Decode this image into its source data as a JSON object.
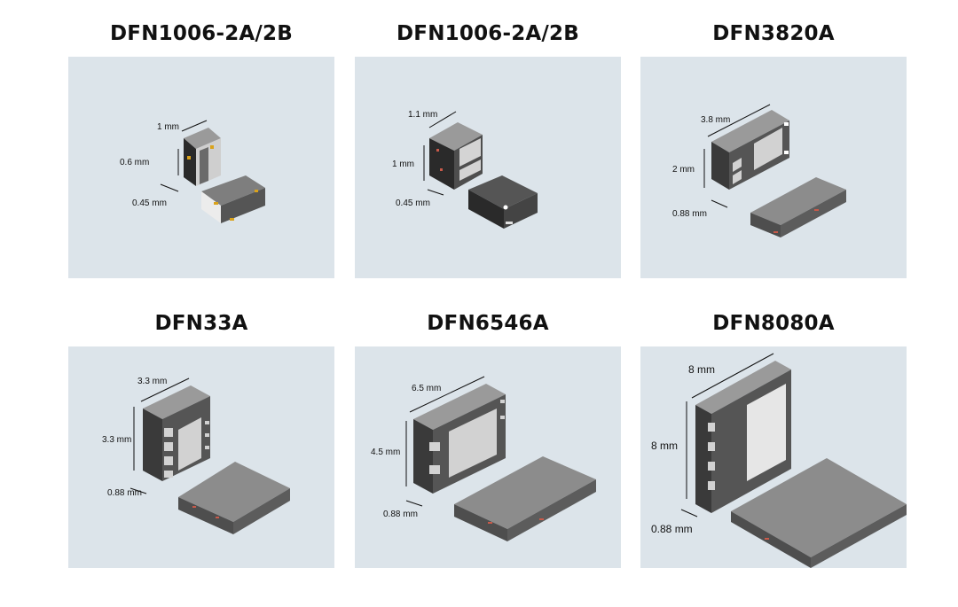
{
  "packages": [
    {
      "name": "DFN1006-2A/2B",
      "dims": [
        "1 mm",
        "0.6 mm",
        "0.45 mm"
      ],
      "pin_color": "#d9a21b"
    },
    {
      "name": "DFN1006-2A/2B",
      "dims": [
        "1.1 mm",
        "1 mm",
        "0.45 mm"
      ],
      "pin_color": "#ffffff"
    },
    {
      "name": "DFN3820A",
      "dims": [
        "3.8 mm",
        "2 mm",
        "0.88 mm"
      ],
      "pin_color": "#c85a4a"
    },
    {
      "name": "DFN33A",
      "dims": [
        "3.3 mm",
        "3.3 mm",
        "0.88 mm"
      ],
      "pin_color": "#c85a4a"
    },
    {
      "name": "DFN6546A",
      "dims": [
        "6.5 mm",
        "4.5 mm",
        "0.88 mm"
      ],
      "pin_color": "#c85a4a"
    },
    {
      "name": "DFN8080A",
      "dims": [
        "8 mm",
        "8 mm",
        "0.88 mm"
      ],
      "pin_color": "#c85a4a"
    }
  ],
  "colors": {
    "panel_bg": "#dce4ea",
    "body_top": "#8a8a8a",
    "body_side": "#5e5e5e",
    "pad_light": "#d2d2d2",
    "pad_dark": "#2e2e2e"
  }
}
